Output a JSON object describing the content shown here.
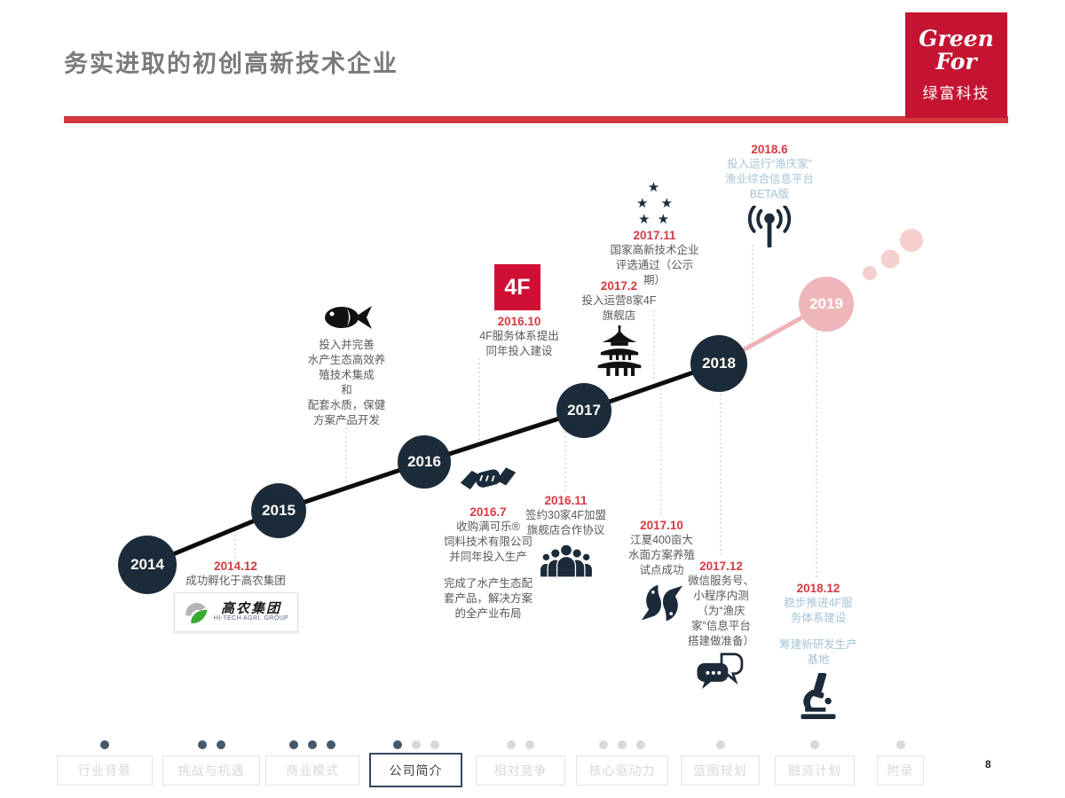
{
  "slide": {
    "title": "务实进取的初创高新技术企业",
    "page_number": "8"
  },
  "logo": {
    "script_line1": "Green",
    "script_line2": "For",
    "name": "绿富科技"
  },
  "colors": {
    "brand_red": "#c41432",
    "rule_red": "#d2393e",
    "date_red": "#d43a42",
    "navy": "#1c2b39",
    "pink": "#efb6ba",
    "light_blue": "#a5c3d6"
  },
  "icons": {
    "star": "★",
    "names": [
      "fish-icon",
      "handshake-icon",
      "team-icon",
      "pagoda-icon",
      "star-icon",
      "antenna-icon",
      "koi-fish-icon",
      "chat-bubbles-icon",
      "microscope-icon",
      "leaf-icon"
    ]
  },
  "timeline": {
    "nodes": [
      {
        "year": "2014"
      },
      {
        "year": "2015"
      },
      {
        "year": "2016"
      },
      {
        "year": "2017"
      },
      {
        "year": "2018"
      },
      {
        "year": "2019"
      }
    ]
  },
  "milestones": {
    "m2014_12": {
      "date": "2014.12",
      "lines": [
        "成功孵化于高农集团"
      ]
    },
    "partner_logo": {
      "cn": "高农集团",
      "en": "HI-TECH AGRI. GROUP"
    },
    "fish": {
      "lines": [
        "投入并完善",
        "水产生态高效养",
        "殖技术集成",
        "和",
        "配套水质，保健",
        "方案产品开发"
      ]
    },
    "m2016_10": {
      "badge": "4F",
      "date": "2016.10",
      "lines": [
        "4F服务体系提出",
        "同年投入建设"
      ]
    },
    "m2016_07": {
      "date": "2016.7",
      "lines": [
        "收购满可乐®",
        "饲料技术有限公司",
        "并同年投入生产"
      ],
      "lines2": [
        "完成了水产生态配",
        "套产品，解决方案",
        "的全产业布局"
      ]
    },
    "m2016_11": {
      "date": "2016.11",
      "lines": [
        "签约30家4F加盟",
        "旗舰店合作协议"
      ]
    },
    "m2017_02": {
      "date": "2017.2",
      "lines": [
        "投入运营8家4F",
        "旗舰店"
      ]
    },
    "m2017_11": {
      "date": "2017.11",
      "lines": [
        "国家高新技术企业",
        "评选通过（公示",
        "期）"
      ]
    },
    "m2017_10": {
      "date": "2017.10",
      "lines": [
        "江夏400亩大",
        "水面方案养殖",
        "试点成功"
      ]
    },
    "m2017_12": {
      "date": "2017.12",
      "lines": [
        "微信服务号、",
        "小程序内测",
        "（为“渔庆",
        "家”信息平台",
        "搭建做准备）"
      ]
    },
    "m2018_06": {
      "date": "2018.6",
      "lines": [
        "投入运行“渔庆家”",
        "渔业综合信息平台",
        "BETA版"
      ]
    },
    "m2018_12": {
      "date": "2018.12",
      "lines": [
        "稳步推进4F服",
        "务体系建设"
      ],
      "lines2": [
        "筹建新研发生产",
        "基地"
      ]
    }
  },
  "nav": {
    "tabs": [
      {
        "label": "行业背景",
        "active": false,
        "dots": [
          "dark"
        ]
      },
      {
        "label": "挑战与机遇",
        "active": false,
        "dots": [
          "dark",
          "dark"
        ]
      },
      {
        "label": "商业模式",
        "active": false,
        "dots": [
          "dark",
          "dark",
          "dark"
        ]
      },
      {
        "label": "公司简介",
        "active": true,
        "dots": [
          "dark",
          "light",
          "light"
        ]
      },
      {
        "label": "相对竞争",
        "active": false,
        "dots": [
          "light",
          "light"
        ]
      },
      {
        "label": "核心驱动力",
        "active": false,
        "dots": [
          "light",
          "light",
          "light"
        ]
      },
      {
        "label": "蓝图规划",
        "active": false,
        "dots": [
          "light"
        ]
      },
      {
        "label": "融资计划",
        "active": false,
        "dots": [
          "light"
        ]
      },
      {
        "label": "附录",
        "active": false,
        "dots": [
          "light"
        ]
      }
    ]
  }
}
